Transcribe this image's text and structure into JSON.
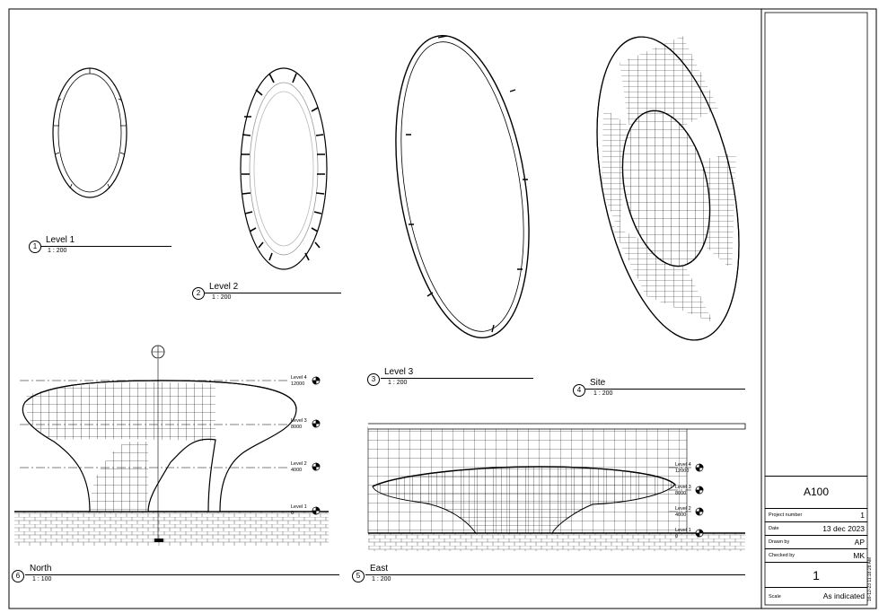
{
  "views": [
    {
      "number": "1",
      "name": "Level 1",
      "scale": "1 : 200"
    },
    {
      "number": "2",
      "name": "Level 2",
      "scale": "1 : 200"
    },
    {
      "number": "3",
      "name": "Level 3",
      "scale": "1 : 200"
    },
    {
      "number": "4",
      "name": "Site",
      "scale": "1 : 200"
    },
    {
      "number": "5",
      "name": "East",
      "scale": "1 : 200"
    },
    {
      "number": "6",
      "name": "North",
      "scale": "1 : 100"
    }
  ],
  "level_markers": [
    {
      "name": "Level 4",
      "elevation": "12000"
    },
    {
      "name": "Level 3",
      "elevation": "8000"
    },
    {
      "name": "Level 2",
      "elevation": "4000"
    },
    {
      "name": "Level 1",
      "elevation": "0"
    }
  ],
  "title_block": {
    "sheet_id": "A100",
    "project_number_label": "Project number",
    "project_number": "1",
    "date_label": "Date",
    "date": "13 dec 2023",
    "drawn_by_label": "Drawn by",
    "drawn_by": "AP",
    "checked_by_label": "Checked by",
    "checked_by": "MK",
    "sheet_number": "1",
    "scale_label": "Scale",
    "scale": "As indicated"
  },
  "print_stamp": "16-12-23 11:18:28 AM"
}
